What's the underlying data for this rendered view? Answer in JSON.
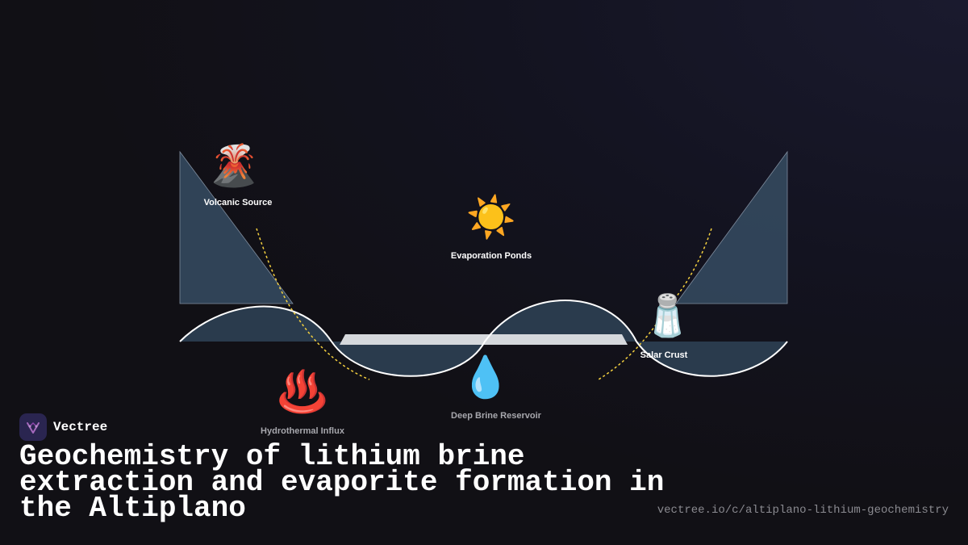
{
  "nodes": {
    "volcanic_source": {
      "icon": "volcano-icon",
      "glyph": "🌋",
      "label": "Volcanic Source"
    },
    "evaporation_ponds": {
      "icon": "sun-icon",
      "glyph": "☀️",
      "label": "Evaporation Ponds"
    },
    "salar_crust": {
      "icon": "salt-shaker-icon",
      "glyph": "🧂",
      "label": "Salar Crust"
    },
    "hydrothermal_influx": {
      "icon": "hot-springs-icon",
      "glyph": "♨️",
      "label": "Hydrothermal Influx"
    },
    "deep_brine_reservoir": {
      "icon": "droplet-icon",
      "glyph": "💧",
      "label": "Deep Brine Reservoir"
    }
  },
  "brand": {
    "name": "Vectree",
    "logo_icon": "vectree-logo-icon"
  },
  "title": "Geochemistry of lithium brine extraction and evaporite formation in the Altiplano",
  "url": "vectree.io/c/altiplano-lithium-geochemistry",
  "colors": {
    "background": "#111015",
    "terrain": "#34495e",
    "terrain_dark": "#2c3e50",
    "curve": "#ffffff",
    "flow_dashes": "#f4d03f",
    "pond_slab": "#d5d8dc",
    "brand_accent": "#8e44ad"
  }
}
